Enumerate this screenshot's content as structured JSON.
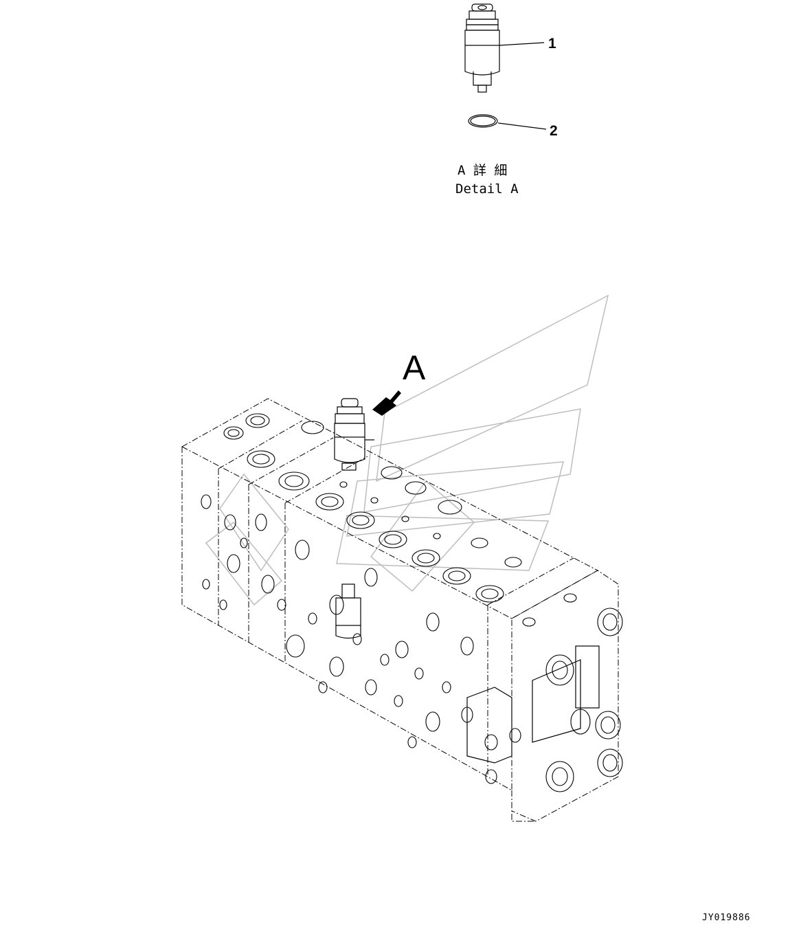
{
  "detail": {
    "title_jp": "A 詳 細",
    "title_en": "Detail A"
  },
  "callouts": [
    {
      "number": "1"
    },
    {
      "number": "2"
    }
  ],
  "view_marker": "A",
  "drawing_code": "JY019886"
}
